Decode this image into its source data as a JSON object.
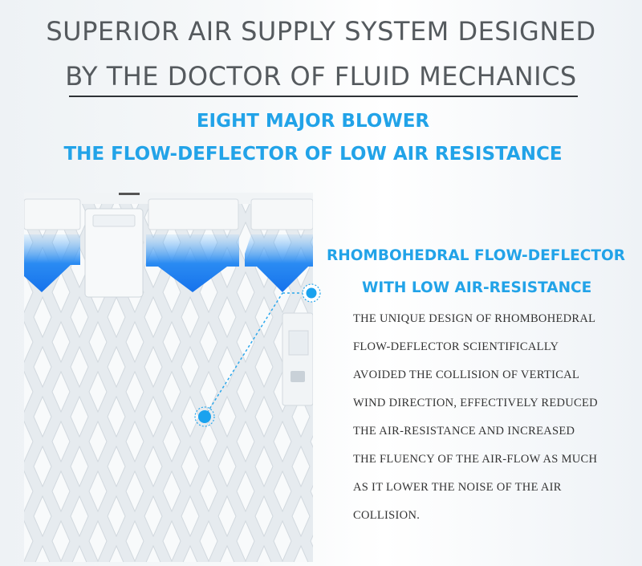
{
  "header": {
    "line1": "SUPERIOR AIR SUPPLY SYSTEM DESIGNED",
    "line2": "BY THE DOCTOR OF FLUID MECHANICS"
  },
  "subheader": {
    "line1": "EIGHT MAJOR BLOWER",
    "line2": "THE FLOW-DEFLECTOR OF LOW AIR RESISTANCE"
  },
  "feature": {
    "title_line1": "RHOMBOHEDRAL FLOW-DEFLECTOR",
    "title_line2": "WITH LOW AIR-RESISTANCE",
    "description_lines": [
      "THE UNIQUE DESIGN OF RHOMBOHEDRAL",
      "FLOW-DEFLECTOR SCIENTIFICALLY",
      "AVOIDED THE COLLISION OF VERTICAL",
      "WIND DIRECTION, EFFECTIVELY REDUCED",
      "THE AIR-RESISTANCE AND INCREASED",
      "THE FLUENCY OF THE AIR-FLOW AS MUCH",
      "AS IT LOWER THE NOISE OF THE AIR",
      "COLLISION."
    ]
  },
  "colors": {
    "accent": "#22a3e8",
    "arrow_blue": "#1e7ff0",
    "heading_gray": "#555a5e"
  }
}
